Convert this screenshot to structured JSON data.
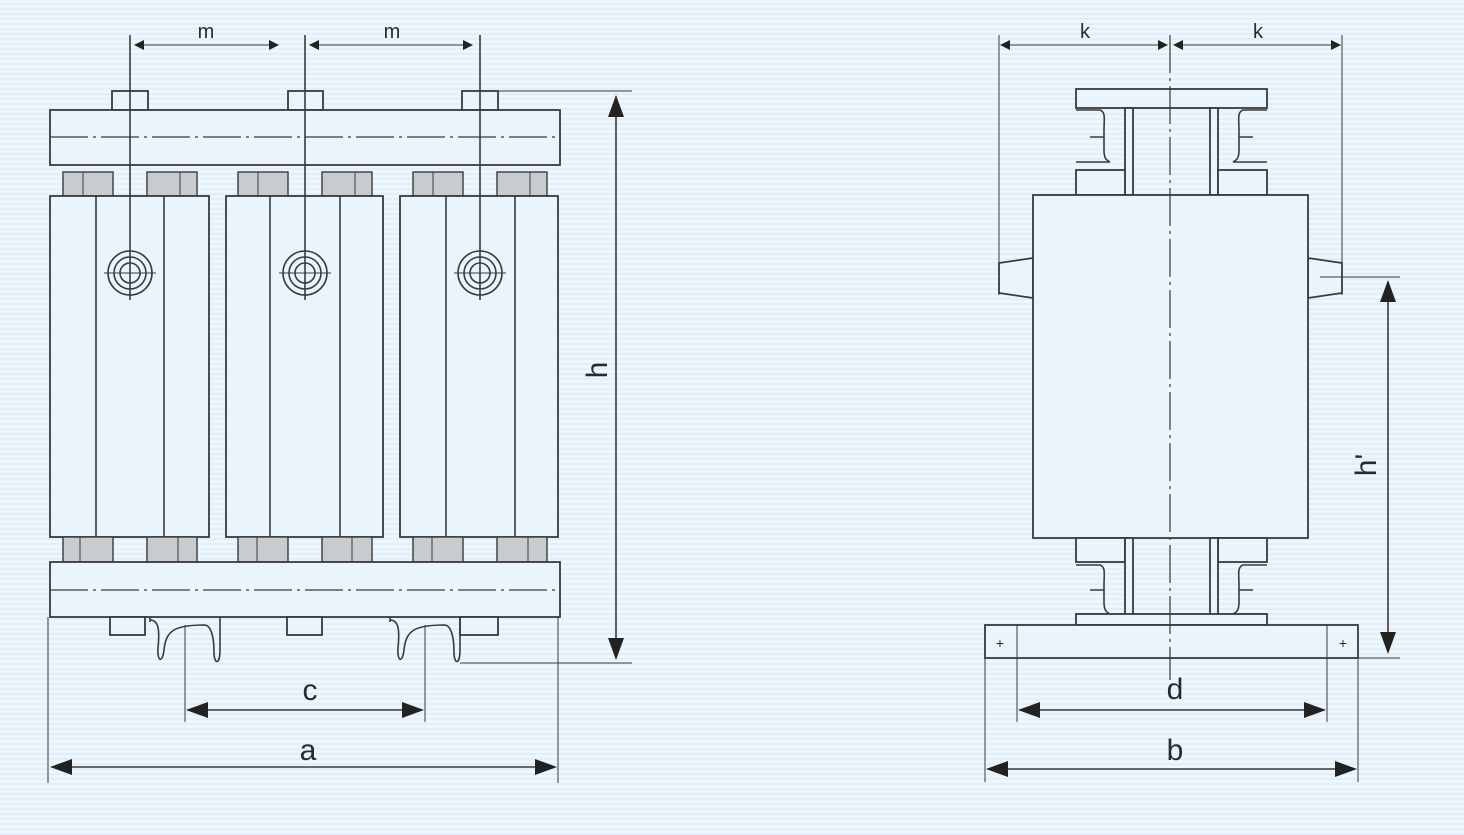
{
  "diagram": {
    "front_view": {
      "dimensions": {
        "phase_spacing": "m",
        "overall_width": "a",
        "wheel_spacing": "c",
        "overall_height": "h"
      }
    },
    "side_view": {
      "dimensions": {
        "terminal_offset": "k",
        "base_inner_width": "d",
        "base_width": "b",
        "terminal_height": "h'"
      }
    },
    "colors": {
      "background": "#e9f3fb",
      "line": "#3a3a3a",
      "spacer_fill": "#c9cccf"
    }
  }
}
